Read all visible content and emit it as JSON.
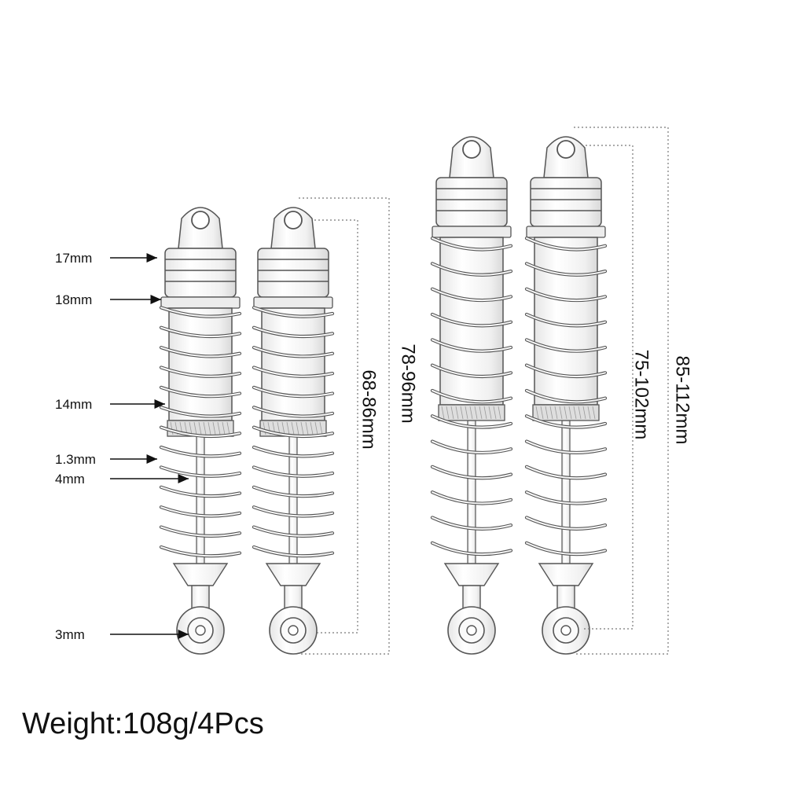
{
  "callouts": [
    {
      "label": "17mm"
    },
    {
      "label": "18mm"
    },
    {
      "label": "14mm"
    },
    {
      "label": "1.3mm"
    },
    {
      "label": "4mm"
    },
    {
      "label": "3mm"
    }
  ],
  "dimensions": {
    "short_compressed": "68-86mm",
    "short_extended": "78-96mm",
    "long_compressed": "75-102mm",
    "long_extended": "85-112mm"
  },
  "footer": {
    "weight": "Weight:108g/4Pcs"
  },
  "product": {
    "subject": "four silver aluminum RC shock absorbers with coil springs",
    "shock_count": 4,
    "body_color": "#f4f4f4",
    "outline_color": "#555555"
  }
}
